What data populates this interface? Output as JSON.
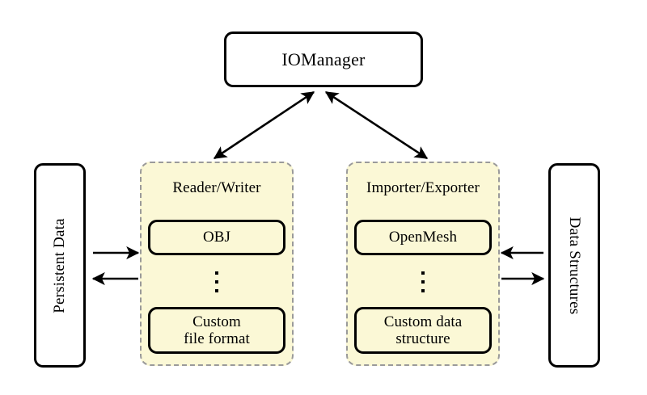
{
  "diagram": {
    "title_node": {
      "label": "IOManager"
    },
    "left_endpoint": {
      "label": "Persistent Data",
      "orientation": "rotated-bottom-to-top"
    },
    "right_endpoint": {
      "label": "Data Structures",
      "orientation": "rotated-top-to-bottom"
    },
    "panels": [
      {
        "name": "reader-writer",
        "title": "Reader/Writer",
        "items": [
          {
            "label": "OBJ"
          },
          {
            "label": "Custom\nfile format",
            "line1": "Custom",
            "line2": "file format"
          }
        ],
        "ellipsis": "⋮"
      },
      {
        "name": "importer-exporter",
        "title": "Importer/Exporter",
        "items": [
          {
            "label": "OpenMesh"
          },
          {
            "label": "Custom data\nstructure",
            "line1": "Custom data",
            "line2": "structure"
          }
        ],
        "ellipsis": "⋮"
      }
    ],
    "connectors": [
      {
        "name": "iomanager-to-reader-writer",
        "type": "double-headed-diagonal"
      },
      {
        "name": "iomanager-to-importer-exporter",
        "type": "double-headed-diagonal"
      },
      {
        "name": "persistent-data-to-reader-writer",
        "type": "arrow-right"
      },
      {
        "name": "reader-writer-to-persistent-data",
        "type": "arrow-left"
      },
      {
        "name": "data-structures-to-importer-exporter",
        "type": "arrow-left"
      },
      {
        "name": "importer-exporter-to-data-structures",
        "type": "arrow-right"
      }
    ],
    "colors": {
      "panel_fill": "#fbf8d6",
      "panel_border": "#9a9a9a",
      "node_border": "#000000",
      "node_fill": "#ffffff",
      "stroke": "#000000"
    }
  }
}
